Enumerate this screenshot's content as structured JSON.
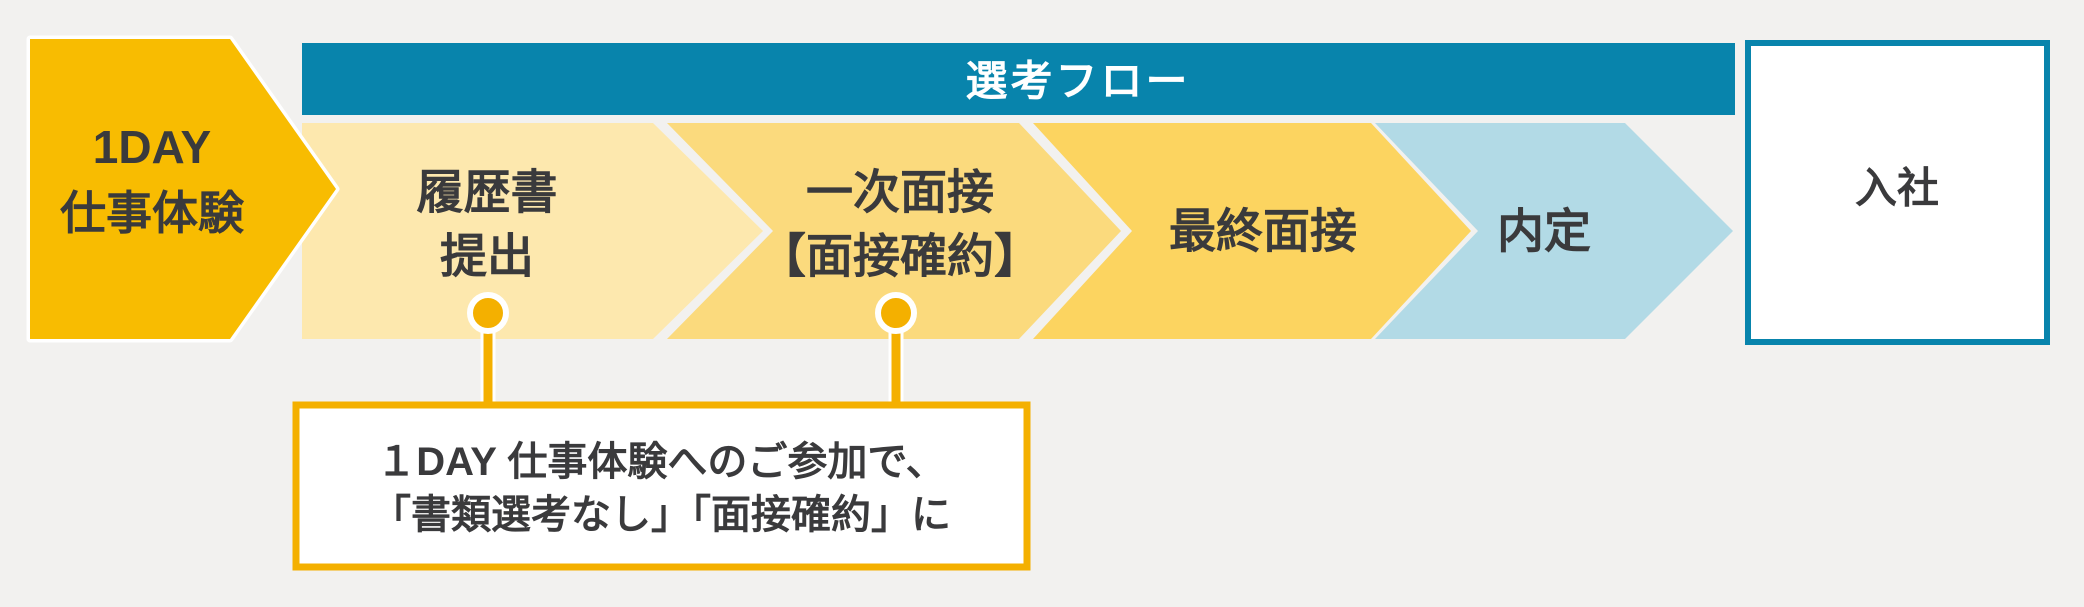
{
  "colors": {
    "background": "#F2F1EF",
    "entry_arrow": "#F8BC01",
    "step1_fill": "#FDE8AE",
    "step2_fill": "#FBDA7D",
    "step3_fill": "#FCD460",
    "step4_fill": "#B2DAE6",
    "header_bar": "#0884AC",
    "result_border": "#0884AC",
    "result_text": "#0E7EA4",
    "accent": "#F4B000",
    "text_dark": "#3A3A3C"
  },
  "entry": {
    "lines": [
      "1DAY",
      "仕事体験"
    ]
  },
  "header": {
    "title": "選考フロー"
  },
  "steps": [
    {
      "lines": [
        "履歴書",
        "提出"
      ]
    },
    {
      "lines": [
        "一次面接",
        "【面接確約】"
      ]
    },
    {
      "lines": [
        "最終面接"
      ]
    },
    {
      "lines": [
        "内定"
      ]
    }
  ],
  "result": {
    "label": "入社"
  },
  "callout": {
    "lines": [
      "１DAY 仕事体験へのご参加で、",
      "「書類選考なし」「面接確約」に"
    ]
  }
}
